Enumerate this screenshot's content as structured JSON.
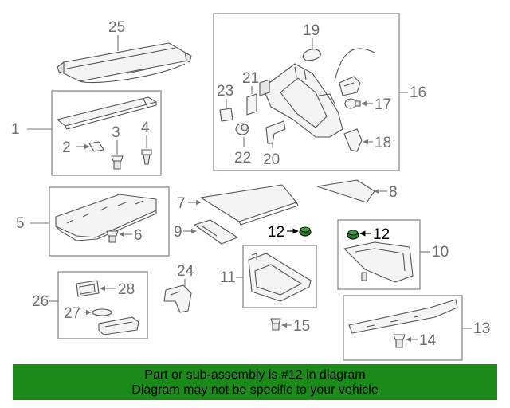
{
  "diagram": {
    "callouts": {
      "c1": "1",
      "c2": "2",
      "c3": "3",
      "c4": "4",
      "c5": "5",
      "c6": "6",
      "c7": "7",
      "c8": "8",
      "c9": "9",
      "c10": "10",
      "c11": "11",
      "c12a": "12",
      "c12b": "12",
      "c13": "13",
      "c14": "14",
      "c15": "15",
      "c16": "16",
      "c17": "17",
      "c18": "18",
      "c19": "19",
      "c20": "20",
      "c21": "21",
      "c22": "22",
      "c23": "23",
      "c24": "24",
      "c25": "25",
      "c26": "26",
      "c27": "27",
      "c28": "28"
    },
    "highlight_part": "12",
    "colors": {
      "banner": "#1b8a1b",
      "highlight": "#2a7a2a",
      "lines": "#555555"
    }
  },
  "banner": {
    "line1": "Part or sub-assembly is #12 in diagram",
    "line2": "Diagram may not be specific to your vehicle"
  }
}
